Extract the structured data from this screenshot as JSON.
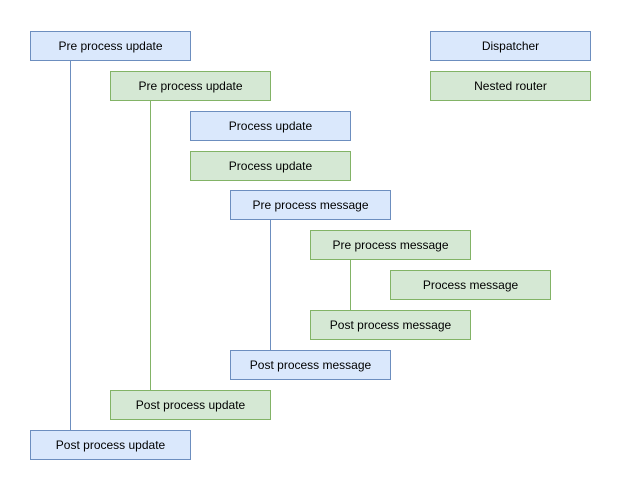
{
  "palette": {
    "background": "#ffffff",
    "text_color": "#000000",
    "blue": {
      "fill": "#dae8fc",
      "stroke": "#6c8ebf"
    },
    "green": {
      "fill": "#d5e8d4",
      "stroke": "#82b366"
    }
  },
  "legend": {
    "dispatcher": {
      "label": "Dispatcher",
      "type": "blue"
    },
    "nested_router": {
      "label": "Nested router",
      "type": "green"
    }
  },
  "diagram": {
    "nodes": [
      {
        "label": "Pre process update",
        "type": "blue"
      },
      {
        "label": "Pre process update",
        "type": "green"
      },
      {
        "label": "Process update",
        "type": "blue"
      },
      {
        "label": "Process update",
        "type": "green"
      },
      {
        "label": "Pre process message",
        "type": "blue"
      },
      {
        "label": "Pre process message",
        "type": "green"
      },
      {
        "label": "Process message",
        "type": "green"
      },
      {
        "label": "Post process message",
        "type": "green"
      },
      {
        "label": "Post process message",
        "type": "blue"
      },
      {
        "label": "Post process update",
        "type": "green"
      },
      {
        "label": "Post process update",
        "type": "blue"
      }
    ],
    "connectors": [
      {
        "name": "pre-to-post-process-update-blue",
        "type": "blue",
        "from": "Pre process update (blue)",
        "to": "Post process update (blue)"
      },
      {
        "name": "pre-to-post-process-update-green",
        "type": "green",
        "from": "Pre process update (green)",
        "to": "Post process update (green)"
      },
      {
        "name": "pre-to-post-process-message-blue",
        "type": "blue",
        "from": "Pre process message (blue)",
        "to": "Post process message (blue)"
      },
      {
        "name": "pre-to-post-process-message-green",
        "type": "green",
        "from": "Pre process message (green)",
        "to": "Post process message (green)"
      }
    ]
  }
}
